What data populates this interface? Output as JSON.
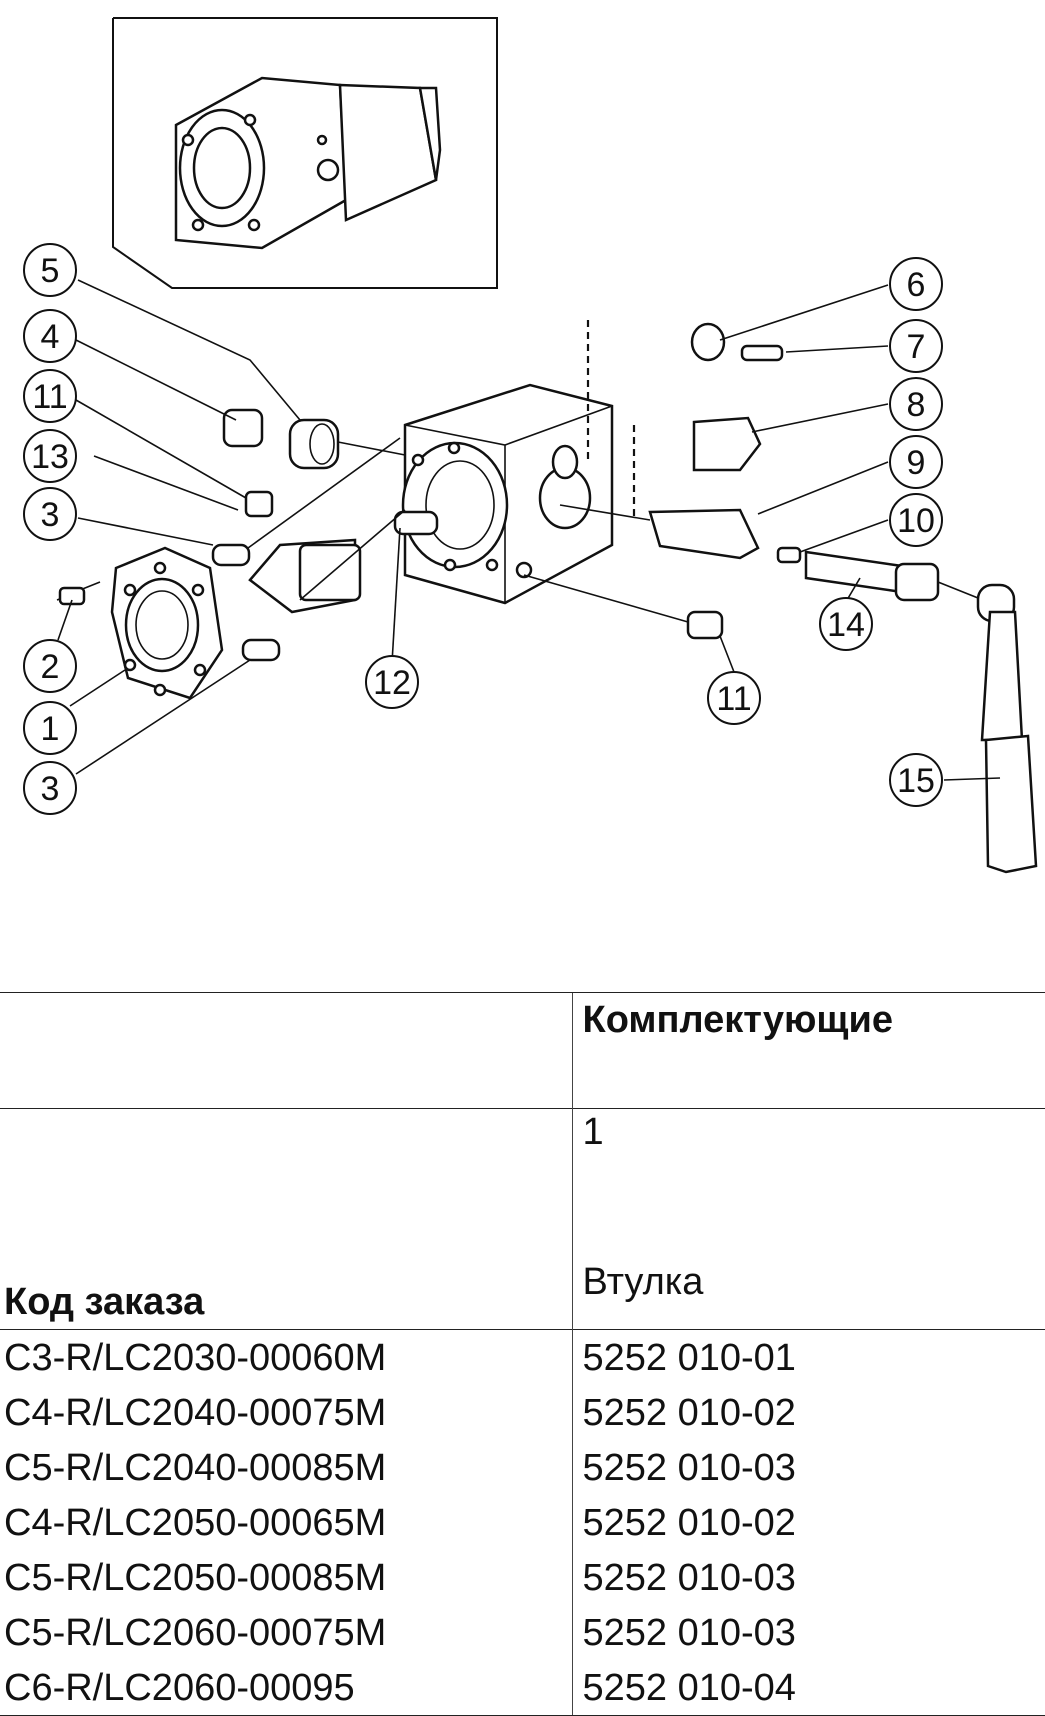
{
  "diagram": {
    "callouts": [
      "5",
      "4",
      "11",
      "13",
      "3",
      "2",
      "1",
      "3",
      "6",
      "7",
      "8",
      "9",
      "10",
      "14",
      "11",
      "12",
      "15"
    ]
  },
  "table": {
    "group_header": "Комплектующие",
    "item_number": "1",
    "col_code_header": "Код заказа",
    "col_item_header": "Втулка",
    "rows": [
      {
        "code": "C3-R/LC2030-00060M",
        "sleeve": "5252 010-01"
      },
      {
        "code": "C4-R/LC2040-00075M",
        "sleeve": "5252 010-02"
      },
      {
        "code": "C5-R/LC2040-00085M",
        "sleeve": "5252 010-03"
      },
      {
        "code": "C4-R/LC2050-00065M",
        "sleeve": "5252 010-02"
      },
      {
        "code": "C5-R/LC2050-00085M",
        "sleeve": "5252 010-03"
      },
      {
        "code": "C5-R/LC2060-00075M",
        "sleeve": "5252 010-03"
      },
      {
        "code": "C6-R/LC2060-00095",
        "sleeve": "5252 010-04"
      }
    ]
  }
}
